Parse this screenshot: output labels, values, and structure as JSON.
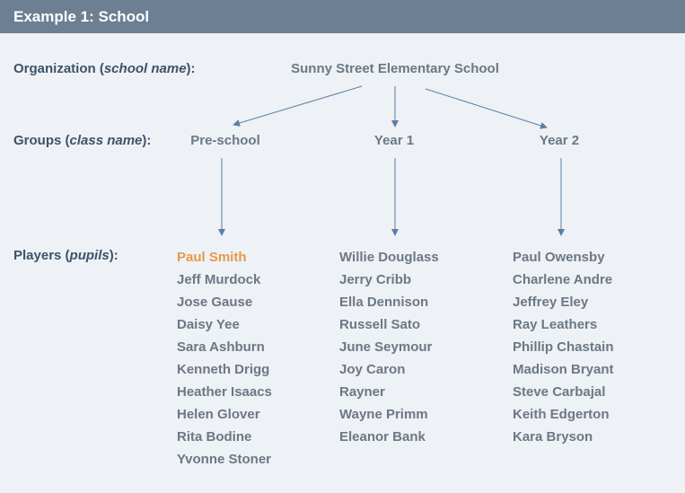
{
  "header": {
    "title": "Example 1: School"
  },
  "labels": {
    "organization": {
      "main": "Organization (",
      "italic": "school name",
      "tail": "):"
    },
    "groups": {
      "main": "Groups (",
      "italic": "class name",
      "tail": "):"
    },
    "players": {
      "main": "Players (",
      "italic": "pupils",
      "tail": "):"
    }
  },
  "organization": {
    "name": "Sunny Street Elementary School"
  },
  "groups": [
    {
      "name": "Pre-school"
    },
    {
      "name": "Year 1"
    },
    {
      "name": "Year 2"
    }
  ],
  "players": [
    [
      "Paul Smith",
      "Jeff Murdock",
      "Jose Gause",
      "Daisy Yee",
      "Sara Ashburn",
      "Kenneth Drigg",
      "Heather Isaacs",
      "Helen Glover",
      "Rita Bodine",
      "Yvonne Stoner"
    ],
    [
      "Willie Douglass",
      "Jerry Cribb",
      "Ella Dennison",
      "Russell Sato",
      "June Seymour",
      "Joy Caron",
      "Rayner",
      "Wayne Primm",
      "Eleanor Bank"
    ],
    [
      "Paul Owensby",
      "Charlene Andre",
      "Jeffrey Eley",
      "Ray Leathers",
      "Phillip Chastain",
      "Madison Bryant",
      "Steve Carbajal",
      "Keith Edgerton",
      "Kara Bryson"
    ]
  ],
  "highlighted_player": "Paul Smith",
  "colors": {
    "header_bg": "#6d7f92",
    "background": "#eef1f5",
    "label_text": "#3d536b",
    "node_text": "#6c7886",
    "highlight": "#e59a47",
    "arrow": "#5a7fa6"
  }
}
